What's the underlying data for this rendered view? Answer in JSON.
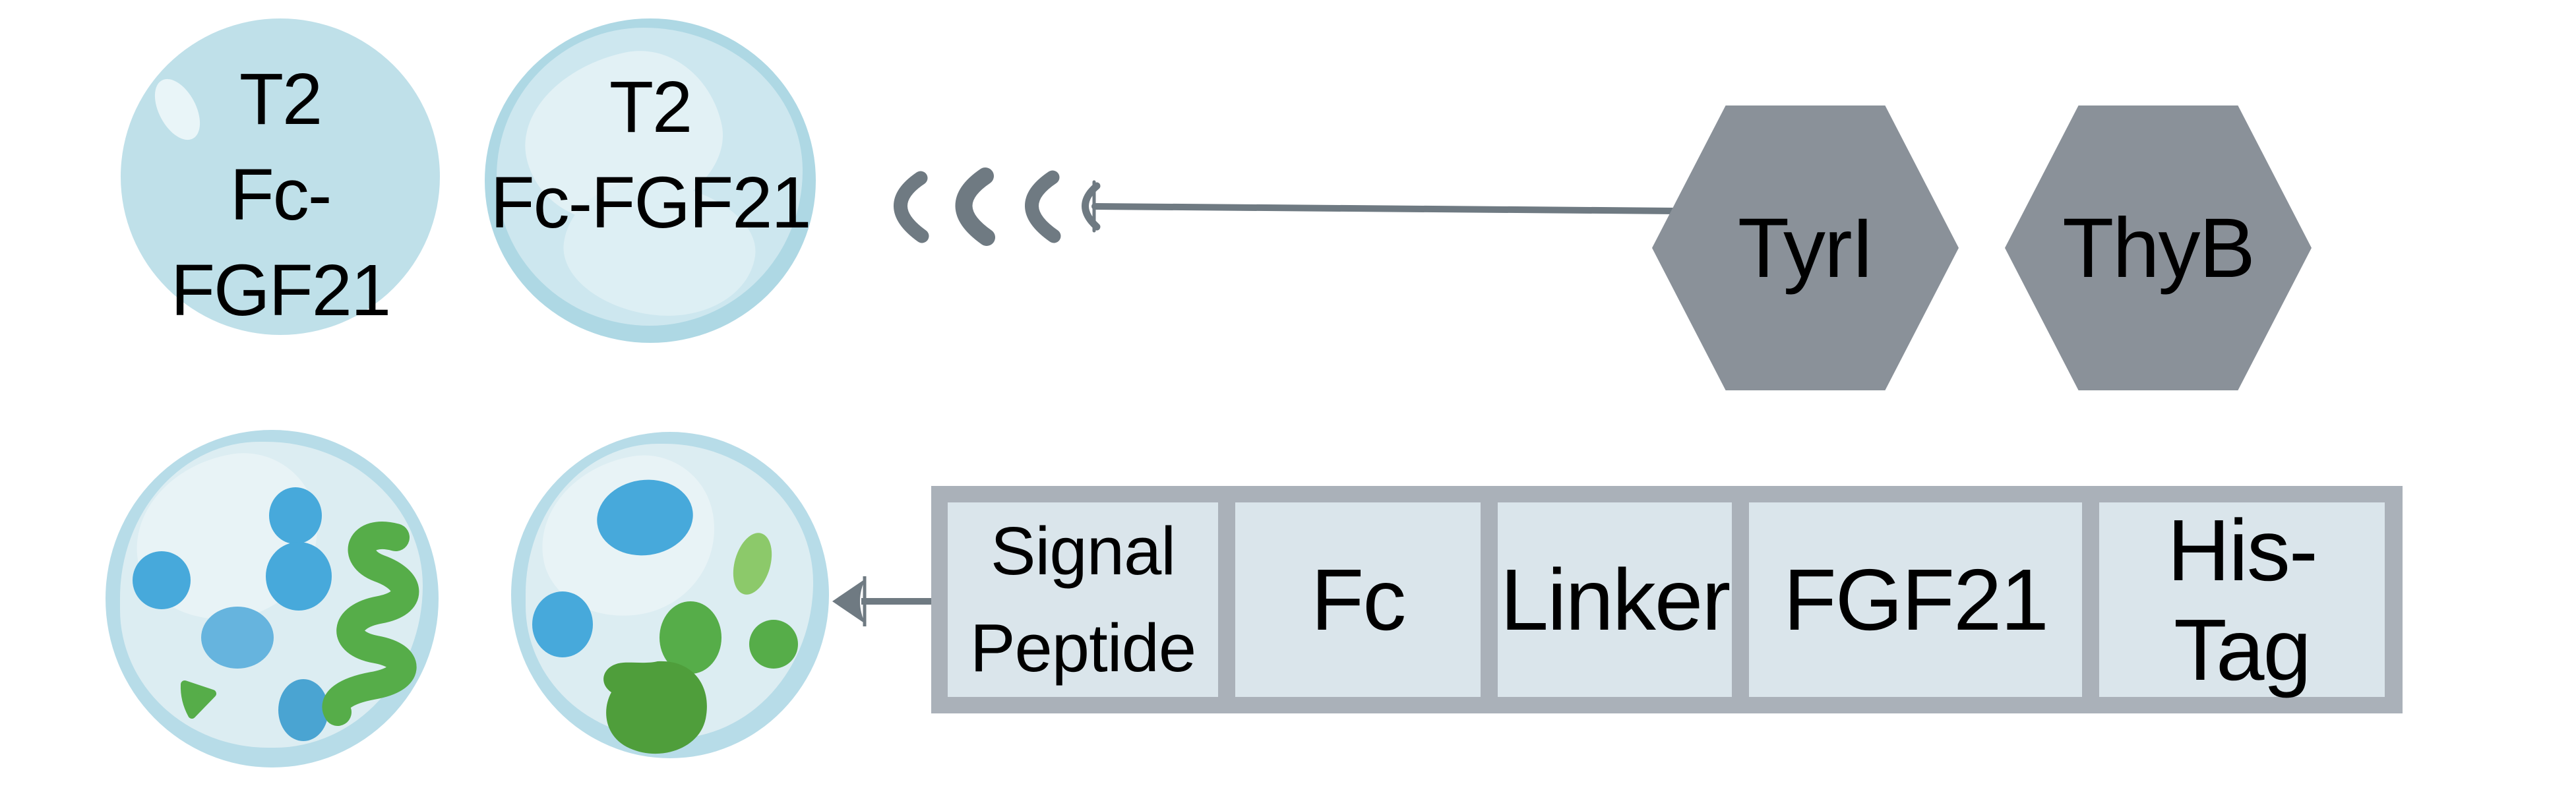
{
  "top": {
    "cells": [
      {
        "line1": "T2",
        "line2": "Fc-FGF21"
      },
      {
        "line1": "T2",
        "line2": "Fc-FGF21"
      }
    ],
    "plasmids": [
      {
        "label": "TyrI"
      },
      {
        "label": "ThyB"
      }
    ]
  },
  "bottom": {
    "construct": {
      "segments": [
        {
          "label": "Signal Peptide"
        },
        {
          "label": "Fc"
        },
        {
          "label": "Linker"
        },
        {
          "label": "FGF21"
        },
        {
          "label": "His-Tag"
        }
      ]
    }
  },
  "icons": {
    "triple_chevron": "triple-chevron-left-icon",
    "long_arrow": "arrow-left-icon",
    "short_arrow": "arrow-left-icon"
  },
  "colors": {
    "background": "#ffffff",
    "hexagon_gray": "#8a9199",
    "arrow_gray": "#6f7a82",
    "construct_border": "#aab1b9",
    "construct_fill": "#dae5eb",
    "cell_plain": "#bfe0e9",
    "cell_rim": "#aed8e4",
    "cell_inner_light": "#dcedf2",
    "blob_blue": "#47a9db",
    "blob_blue_light": "#66b4de",
    "blob_green": "#56ad49",
    "blob_green_dark": "#4f9e3b",
    "blob_green_light": "#8cc96a"
  }
}
